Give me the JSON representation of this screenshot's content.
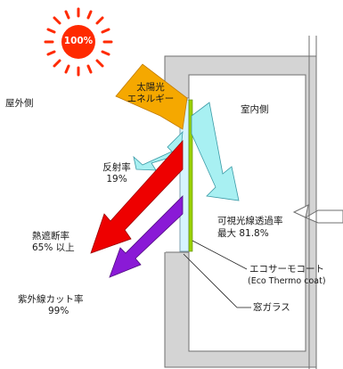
{
  "sun": {
    "value": "100%"
  },
  "sides": {
    "outdoor": "屋外側",
    "indoor": "室内側"
  },
  "energy": {
    "line1": "太陽光",
    "line2": "エネルギー"
  },
  "reflect": {
    "label": "反射率",
    "value": "19%"
  },
  "visible": {
    "label": "可視光線透過率",
    "value": "最大 81.8%"
  },
  "heat": {
    "label": "熱遮断率",
    "value": "65% 以上"
  },
  "uv": {
    "label": "紫外線カット率",
    "value": "99%"
  },
  "coating": {
    "label": "エコサーモコート",
    "sub": "(Eco Thermo coat)"
  },
  "glass": {
    "label": "窓ガラス"
  },
  "colors": {
    "sun": "#ff2a00",
    "energy_arrow": "#f5a800",
    "reflect_arrow": "#a8f0f2",
    "visible_arrow": "#a8f0f2",
    "heat_arrow": "#ee0000",
    "uv_arrow": "#8a1ad6",
    "coating": "#9ad000",
    "glass": "#d6f4ff",
    "frame": "#d4d4d4"
  }
}
